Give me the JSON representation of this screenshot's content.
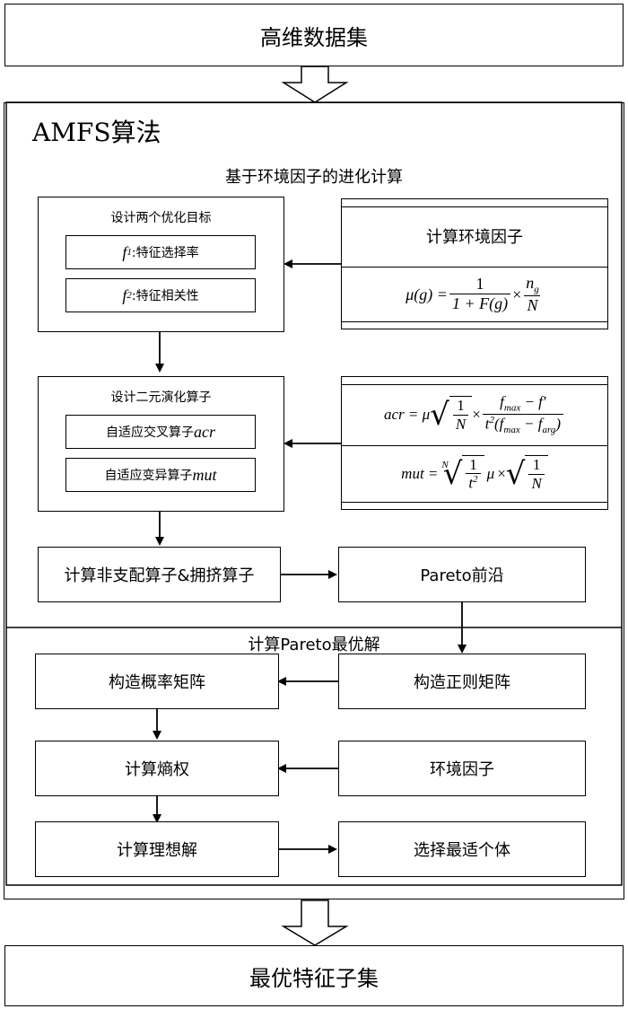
{
  "top_box": "高维数据集",
  "bottom_box": "最优特征子集",
  "amfs_title": "AMFS算法",
  "section1": {
    "title": "基于环境因子的进化计算",
    "objectives": {
      "title": "设计两个优化目标",
      "f1_symbol": "f",
      "f1_sub": "1",
      "f1_label": ":特征选择率",
      "f2_symbol": "f",
      "f2_sub": "2",
      "f2_label": ":特征相关性"
    },
    "env_factor": {
      "title": "计算环境因子",
      "formula": {
        "lhs": "μ(g) =",
        "num": "1",
        "den": "1 + F(g)",
        "times": "×",
        "num2": "n",
        "num2_sub": "g",
        "den2": "N"
      }
    },
    "operators": {
      "title": "设计二元演化算子",
      "acr_label": "自适应交叉算子",
      "acr_symbol": "acr",
      "mut_label": "自适应变异算子",
      "mut_symbol": "mut"
    },
    "acr_formula": {
      "lhs": "acr = μ",
      "sqrt_num": "1",
      "sqrt_den": "N",
      "times": "×",
      "num_a": "f",
      "num_a_sub": "max",
      "num_b": " − f′",
      "den_a": "t",
      "den_a_sup": "2",
      "den_b": "(f",
      "den_b_sub": "max",
      "den_c": " − f",
      "den_c_sub": "arg",
      "den_d": ")"
    },
    "mut_formula": {
      "lhs": "mut =",
      "root_index": "N",
      "sqrt1_num": "1",
      "sqrt1_den": "t",
      "sqrt1_den_sup": "2",
      "mu": "μ",
      "times": "×",
      "sqrt2_num": "1",
      "sqrt2_den": "N"
    },
    "nondominated": "计算非支配算子&拥挤算子",
    "pareto_front": "Pareto前沿"
  },
  "section2": {
    "title": "计算Pareto最优解",
    "prob_matrix": "构造概率矩阵",
    "reg_matrix": "构造正则矩阵",
    "entropy": "计算熵权",
    "env_factor": "环境因子",
    "ideal": "计算理想解",
    "select": "选择最适个体"
  }
}
